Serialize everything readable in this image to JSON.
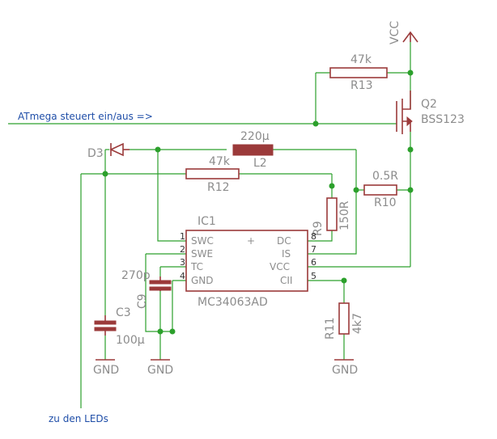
{
  "colors": {
    "wire": "#2ca02c",
    "part": "#9b3a3a",
    "label": "#8c8c8c",
    "note": "#1f4ea8"
  },
  "notes": {
    "atmega": "ATmega steuert ein/aus =>",
    "leds": "zu den LEDs"
  },
  "power": {
    "vcc": "VCC",
    "gnd": "GND"
  },
  "ic1": {
    "name": "IC1",
    "type": "MC34063AD",
    "pins": {
      "swc": "SWC",
      "swe": "SWE",
      "tc": "TC",
      "gnd": "GND",
      "dc": "DC",
      "is": "IS",
      "vcc": "VCC",
      "cii": "CII"
    },
    "pin_numbers": {
      "p1": "1",
      "p2": "2",
      "p3": "3",
      "p4": "4",
      "p5": "5",
      "p6": "6",
      "p7": "7",
      "p8": "8"
    },
    "plus": "+"
  },
  "parts": {
    "r13": {
      "name": "R13",
      "value": "47k"
    },
    "r12": {
      "name": "R12",
      "value": "47k"
    },
    "r10": {
      "name": "R10",
      "value": "0.5R"
    },
    "r9": {
      "name": "R9",
      "value": "150R"
    },
    "r11": {
      "name": "R11",
      "value": "4k7"
    },
    "l2": {
      "name": "L2",
      "value": "220µ"
    },
    "d3": {
      "name": "D3"
    },
    "q2": {
      "name": "Q2",
      "value": "BSS123"
    },
    "c3": {
      "name": "C3",
      "value": "100µ"
    },
    "c9": {
      "name": "C9",
      "value": "270p"
    }
  },
  "icons": [
    "vcc-arrow-icon",
    "gnd-icon",
    "diode-icon",
    "mosfet-icon",
    "resistor-icon",
    "inductor-icon",
    "capacitor-icon"
  ]
}
